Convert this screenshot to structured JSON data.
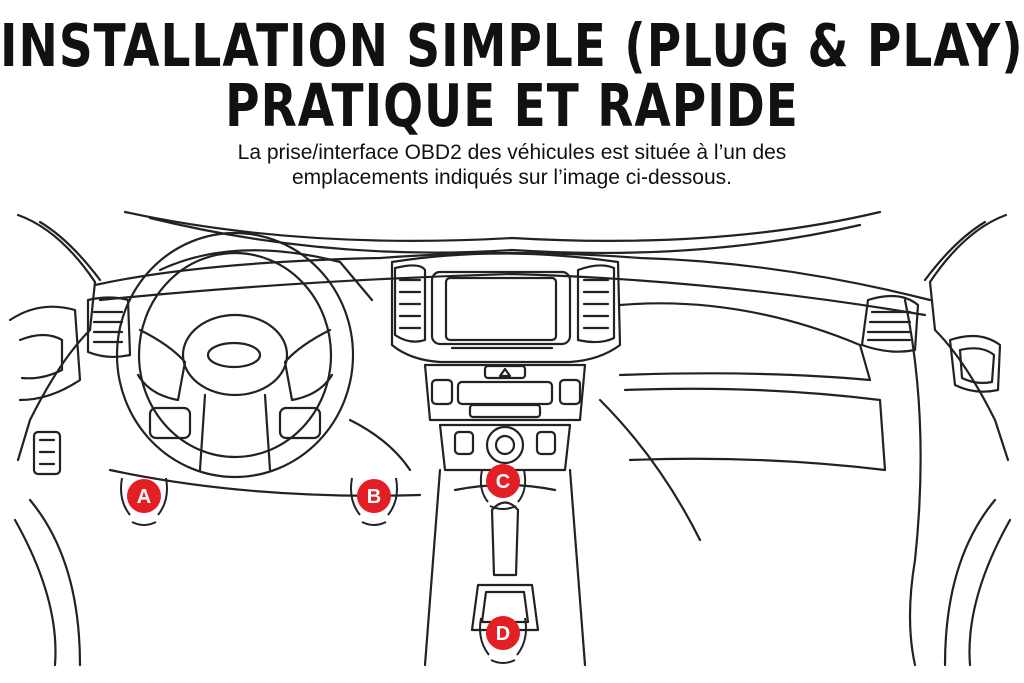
{
  "title_line1": "INSTALLATION SIMPLE (PLUG & PLAY),",
  "title_line2": "PRATIQUE ET RAPIDE",
  "subtitle_line1": "La prise/interface OBD2 des véhicules est située à l’un des",
  "subtitle_line2": "emplacements indiqués sur l’image ci-dessous.",
  "markers": [
    {
      "label": "A"
    },
    {
      "label": "B"
    },
    {
      "label": "C"
    },
    {
      "label": "D"
    }
  ],
  "colors": {
    "marker": "#e31e24",
    "line": "#222222"
  }
}
